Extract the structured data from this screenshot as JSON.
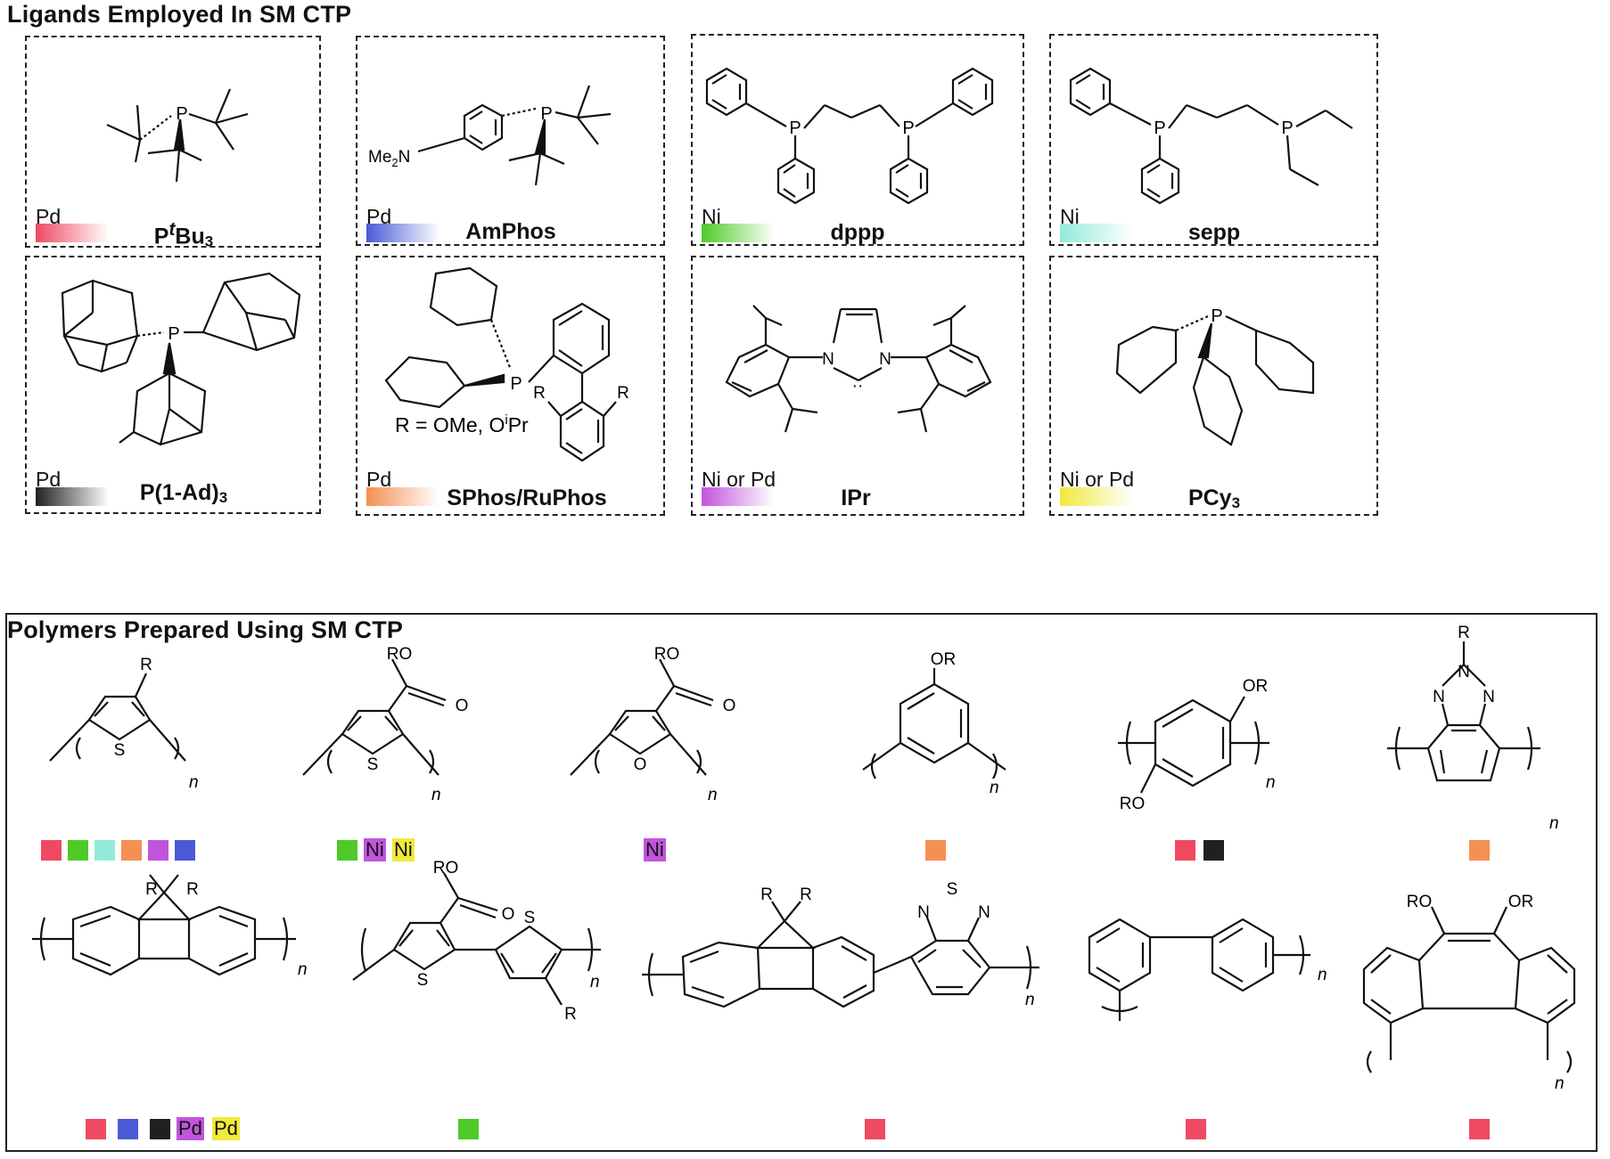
{
  "ligands_title": "Ligands Employed In SM CTP",
  "polymers_title": "Polymers Prepared Using SM CTP",
  "colors": {
    "ptbu3": "#ef4a62",
    "amphos": "#4a5ad6",
    "dppp": "#4fc928",
    "sepp": "#93ead8",
    "p1ad3": "#202020",
    "sphos": "#f49052",
    "ipr": "#c154dc",
    "pcy3": "#f1e93c"
  },
  "ligands": [
    {
      "id": "ptbu3",
      "metal": "Pd",
      "name_pre": "P",
      "name_italic": "t",
      "name_main": "Bu",
      "name_sub": "3"
    },
    {
      "id": "amphos",
      "metal": "Pd",
      "name_pre": "AmPhos",
      "name_italic": "",
      "name_main": "",
      "name_sub": ""
    },
    {
      "id": "dppp",
      "metal": "Ni",
      "name_pre": "dppp",
      "name_italic": "",
      "name_main": "",
      "name_sub": ""
    },
    {
      "id": "sepp",
      "metal": "Ni",
      "name_pre": "sepp",
      "name_italic": "",
      "name_main": "",
      "name_sub": ""
    },
    {
      "id": "p1ad3",
      "metal": "Pd",
      "name_pre": "P(1-Ad)",
      "name_italic": "",
      "name_main": "",
      "name_sub": "3"
    },
    {
      "id": "sphos",
      "metal": "Pd",
      "name_pre": "SPhos/RuPhos",
      "name_italic": "",
      "name_main": "",
      "name_sub": ""
    },
    {
      "id": "ipr",
      "metal": "Ni or Pd",
      "name_pre": "IPr",
      "name_italic": "",
      "name_main": "",
      "name_sub": ""
    },
    {
      "id": "pcy3",
      "metal": "Ni or Pd",
      "name_pre": "PCy",
      "name_italic": "",
      "name_main": "",
      "name_sub": "3"
    }
  ],
  "atom_labels": {
    "P": "P",
    "me2n_pre": "Me",
    "me2n_sub": "2",
    "me2n_post": "N",
    "N": "N",
    "R": "R",
    "S": "S",
    "O": "O",
    "RO": "RO",
    "OR": "OR",
    "n": "n",
    "r_def_pre": "R = OMe, O",
    "r_def_sup": "i",
    "r_def_post": "Pr",
    "lone_pair": "··"
  },
  "chip_labels": {
    "ni": "Ni",
    "pd": "Pd"
  }
}
